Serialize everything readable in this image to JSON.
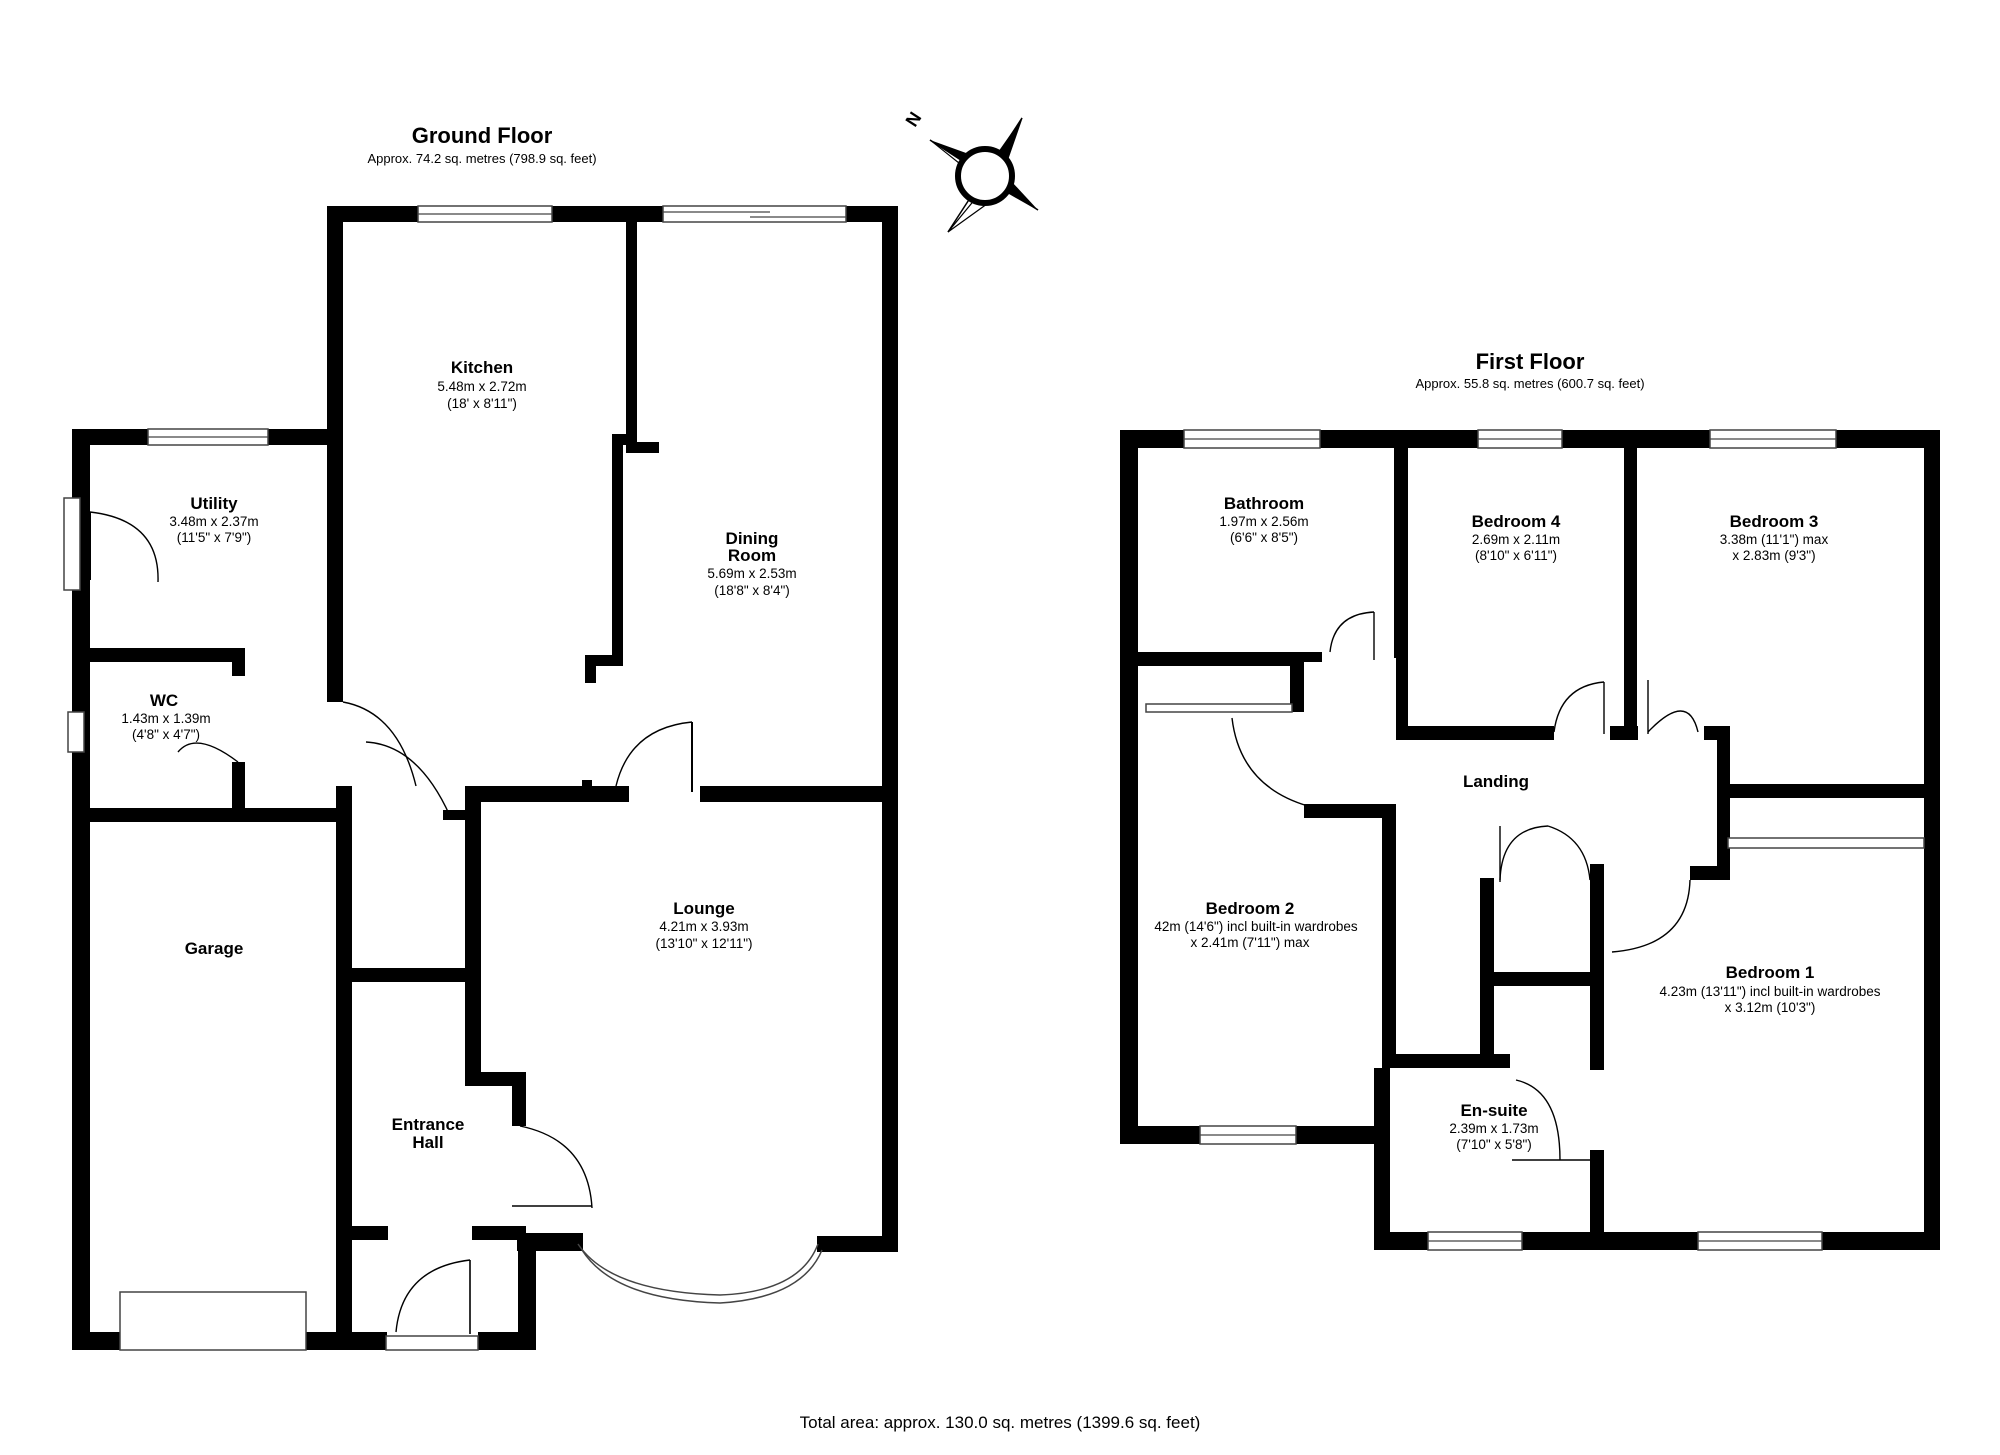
{
  "floors": [
    {
      "title": "Ground Floor",
      "area": "Approx. 74.2 sq. metres (798.9 sq. feet)"
    },
    {
      "title": "First Floor",
      "area": "Approx. 55.8 sq. metres (600.7 sq. feet)"
    }
  ],
  "compass_label": "N",
  "rooms": {
    "kitchen": {
      "name": "Kitchen",
      "dims": [
        "5.48m x 2.72m",
        "(18' x 8'11\")"
      ]
    },
    "utility": {
      "name": "Utility",
      "dims": [
        "3.48m x 2.37m",
        "(11'5\" x 7'9\")"
      ]
    },
    "dining": {
      "name_lines": [
        "Dining",
        "Room"
      ],
      "dims": [
        "5.69m x 2.53m",
        "(18'8\" x 8'4\")"
      ]
    },
    "wc": {
      "name": "WC",
      "dims": [
        "1.43m x 1.39m",
        "(4'8\" x 4'7\")"
      ]
    },
    "garage": {
      "name": "Garage"
    },
    "lounge": {
      "name": "Lounge",
      "dims": [
        "4.21m x 3.93m",
        "(13'10\" x 12'11\")"
      ]
    },
    "entrance": {
      "name_lines": [
        "Entrance",
        "Hall"
      ]
    },
    "bathroom": {
      "name": "Bathroom",
      "dims": [
        "1.97m x 2.56m",
        "(6'6\" x 8'5\")"
      ]
    },
    "bedroom4": {
      "name": "Bedroom 4",
      "dims": [
        "2.69m x 2.11m",
        "(8'10\" x 6'11\")"
      ]
    },
    "bedroom3": {
      "name": "Bedroom 3",
      "dims": [
        "3.38m (11'1\") max",
        "x 2.83m (9'3\")"
      ]
    },
    "landing": {
      "name": "Landing"
    },
    "bedroom2": {
      "name": "Bedroom 2",
      "dims": [
        "42m (14'6\") incl built-in wardrobes",
        "x 2.41m (7'11\") max"
      ]
    },
    "bedroom1": {
      "name": "Bedroom 1",
      "dims": [
        "4.23m (13'11\") incl built-in wardrobes",
        "x 3.12m (10'3\")"
      ]
    },
    "ensuite": {
      "name": "En-suite",
      "dims": [
        "2.39m x 1.73m",
        "(7'10\" x 5'8\")"
      ]
    }
  },
  "total_area": "Total area: approx. 130.0 sq. metres (1399.6 sq. feet)"
}
